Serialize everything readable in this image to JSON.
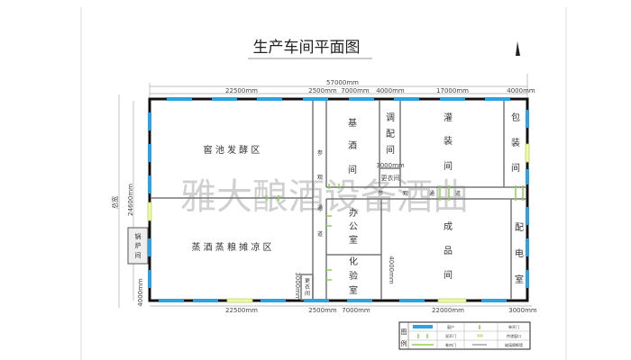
{
  "title": "生产车间平面图",
  "watermark": "雅大酿酒设备酒曲",
  "dimensions": {
    "total": "57000mm",
    "top": [
      "22500mm",
      "2500mm",
      "7000mm",
      "4000mm",
      "17000mm",
      "4000mm"
    ],
    "bottom": [
      "22500mm",
      "2500mm",
      "7000mm",
      "22000mm",
      "3000mm"
    ],
    "height": "24600mm",
    "boiler": "4000mm",
    "locker": "3000mm",
    "finished": "4000mm",
    "blend": "3000mm",
    "side_label": "总宽"
  },
  "rooms": {
    "ferment": "窖 池 发 酵 区",
    "steam": "蒸 酒 蒸 粮 摊 凉 区",
    "base": [
      "基",
      "酒",
      "间"
    ],
    "blend": [
      "调",
      "配",
      "间"
    ],
    "fill": [
      "灌",
      "装",
      "间"
    ],
    "pack": [
      "包",
      "装",
      "间"
    ],
    "corridor_v": [
      "参",
      "观",
      "通",
      "道"
    ],
    "corridor_h": [
      "参",
      "观",
      "通",
      "道"
    ],
    "office": [
      "办",
      "公",
      "室"
    ],
    "lab": [
      "化",
      "验",
      "室"
    ],
    "finished": [
      "成",
      "品",
      "间"
    ],
    "power": [
      "配",
      "电",
      "室"
    ],
    "boiler": [
      "锅",
      "炉",
      "间"
    ],
    "locker1": "更衣间",
    "locker2": [
      "更",
      "衣",
      "间"
    ]
  },
  "legend": {
    "title": [
      "图",
      "例"
    ],
    "items": [
      "窗户",
      "单开门",
      "双开门",
      "传递窗口",
      "卷帘门",
      "玻璃隔断墙"
    ]
  },
  "colors": {
    "window": "#2aa3e0",
    "door": "#8fd14f",
    "wall": "#111111"
  }
}
